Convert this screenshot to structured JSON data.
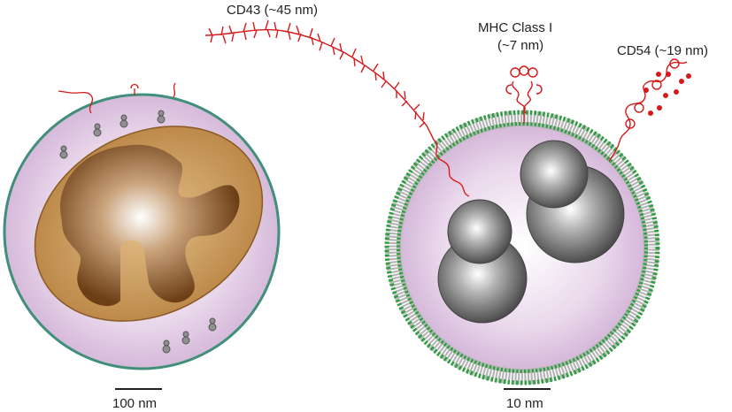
{
  "labels": {
    "cd43": "CD43 (~45 nm)",
    "mhc_line1": "MHC Class I",
    "mhc_line2": "(~7 nm)",
    "cd54": "CD54 (~19 nm)"
  },
  "scale_bars": {
    "left": "100 nm",
    "right": "10 nm"
  },
  "colors": {
    "membrane": "#2a9d3f",
    "cytoplasm": "#e3cfe5",
    "protein_red": "#d7191c",
    "organelle_outer": "#c8975a",
    "organelle_inner": "#7a4a1e",
    "sphere": "#777777"
  }
}
